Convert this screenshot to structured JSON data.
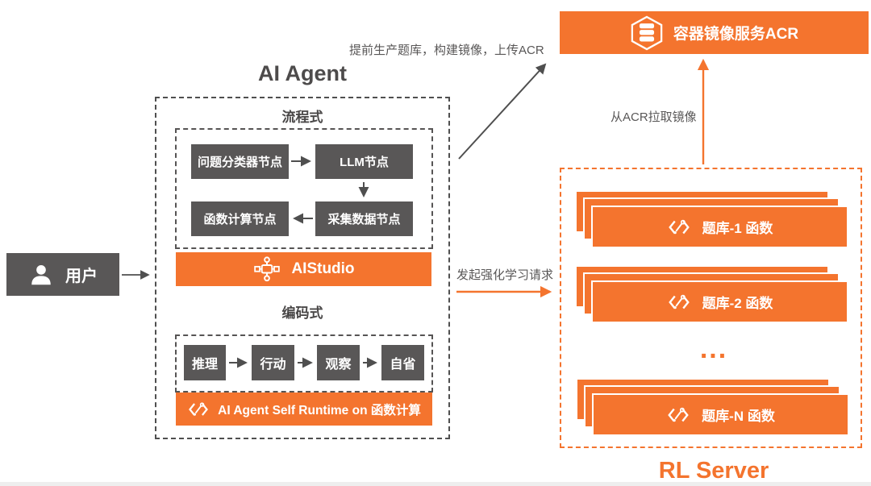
{
  "palette": {
    "orange": "#f4742e",
    "dark_gray": "#595757",
    "dash_gray": "#4f4f4f",
    "white": "#ffffff"
  },
  "user": {
    "label": "用户"
  },
  "agent": {
    "title": "AI Agent",
    "flow": {
      "title": "流程式",
      "nodes": {
        "classifier": "问题分类器节点",
        "llm": "LLM节点",
        "fc": "函数计算节点",
        "collect": "采集数据节点"
      }
    },
    "aistudio": {
      "label": "AIStudio"
    },
    "code": {
      "title": "编码式",
      "steps": [
        "推理",
        "行动",
        "观察",
        "自省"
      ]
    },
    "runtime": {
      "label": "AI Agent Self Runtime on 函数计算"
    }
  },
  "acr": {
    "label": "容器镜像服务ACR"
  },
  "rl_server": {
    "title": "RL Server",
    "cards": [
      {
        "label": "题库-1 函数"
      },
      {
        "label": "题库-2 函数"
      },
      {
        "label": "题库-N 函数"
      }
    ],
    "ellipsis": "..."
  },
  "arrows": {
    "build_upload": "提前生产题库，构建镜像，上传ACR",
    "pull_image": "从ACR拉取镜像",
    "rl_request": "发起强化学习请求"
  }
}
